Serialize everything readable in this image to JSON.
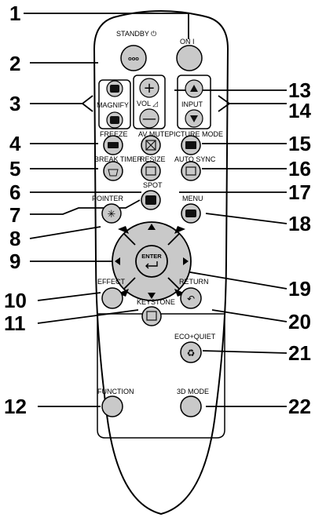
{
  "callouts": {
    "n1": "1",
    "n2": "2",
    "n3": "3",
    "n4": "4",
    "n5": "5",
    "n6": "6",
    "n7": "7",
    "n8": "8",
    "n9": "9",
    "n10": "10",
    "n11": "11",
    "n12": "12",
    "n13": "13",
    "n14": "14",
    "n15": "15",
    "n16": "16",
    "n17": "17",
    "n18": "18",
    "n19": "19",
    "n20": "20",
    "n21": "21",
    "n22": "22"
  },
  "labels": {
    "standby": "STANDBY ⏻",
    "on": "ON  I",
    "magnify": "MAGNIFY",
    "vol": "VOL ◿",
    "input": "INPUT",
    "freeze": "FREEZE",
    "av_mute": "AV MUTE",
    "picture_mode": "PICTURE MODE",
    "break_timer": "BREAK TIMER",
    "resize": "RESIZE",
    "auto_sync": "AUTO SYNC",
    "pointer": "POINTER",
    "spot": "SPOT",
    "menu": "MENU",
    "enter": "ENTER",
    "effect": "EFFECT",
    "keystone": "KEYSTONE",
    "return": "RETURN",
    "eco_quiet": "ECO+QUIET",
    "function": "FUNCTION",
    "mode_3d": "3D MODE"
  },
  "icons": [
    "power-icon",
    "magnify-plus-icon",
    "magnify-minus-icon",
    "plus-icon",
    "minus-icon",
    "arrow-up-icon",
    "arrow-down-icon",
    "freeze-icon",
    "av-mute-icon",
    "picture-mode-icon",
    "break-timer-icon",
    "resize-icon",
    "auto-sync-icon",
    "spot-icon",
    "pointer-icon",
    "menu-icon",
    "enter-icon",
    "keystone-icon",
    "return-icon",
    "eco-icon"
  ],
  "colors": {
    "button": "#c9c9c9",
    "body": "#ffffff",
    "outline": "#000000"
  }
}
